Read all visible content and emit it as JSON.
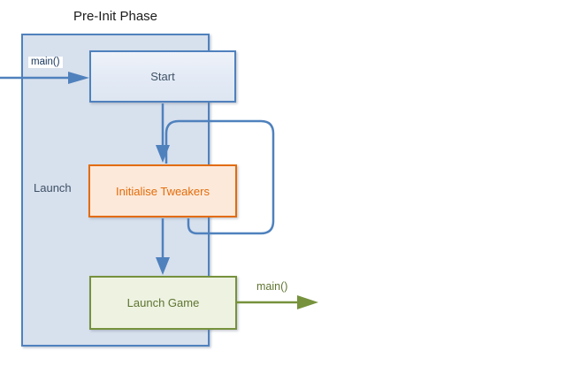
{
  "diagram": {
    "title": "Pre-Init Phase",
    "container": {
      "label": "Launch"
    },
    "nodes": {
      "start": {
        "label": "Start"
      },
      "initialise_tweakers": {
        "label": "Initialise Tweakers"
      },
      "launch_game": {
        "label": "Launch Game"
      }
    },
    "edges": {
      "entry": {
        "label": "main()",
        "from": "external",
        "to": "start"
      },
      "start_to_tweakers": {
        "from": "start",
        "to": "initialise_tweakers"
      },
      "tweakers_self_loop": {
        "from": "initialise_tweakers",
        "to": "initialise_tweakers",
        "type": "loop"
      },
      "tweakers_to_game": {
        "from": "initialise_tweakers",
        "to": "launch_game"
      },
      "exit": {
        "label": "main()",
        "from": "launch_game",
        "to": "external"
      }
    },
    "colors": {
      "blue": "#4F81BD",
      "container_fill": "#D7E0ED",
      "node_blue_fill": "#E8EEF7",
      "blue_text": "#3F5266",
      "entry_label_text": "#17365D",
      "orange": "#E36C09",
      "orange_fill": "#FCE9DA",
      "green": "#76923C",
      "green_fill": "#EDF2E1",
      "green_text": "#5E7430"
    }
  }
}
